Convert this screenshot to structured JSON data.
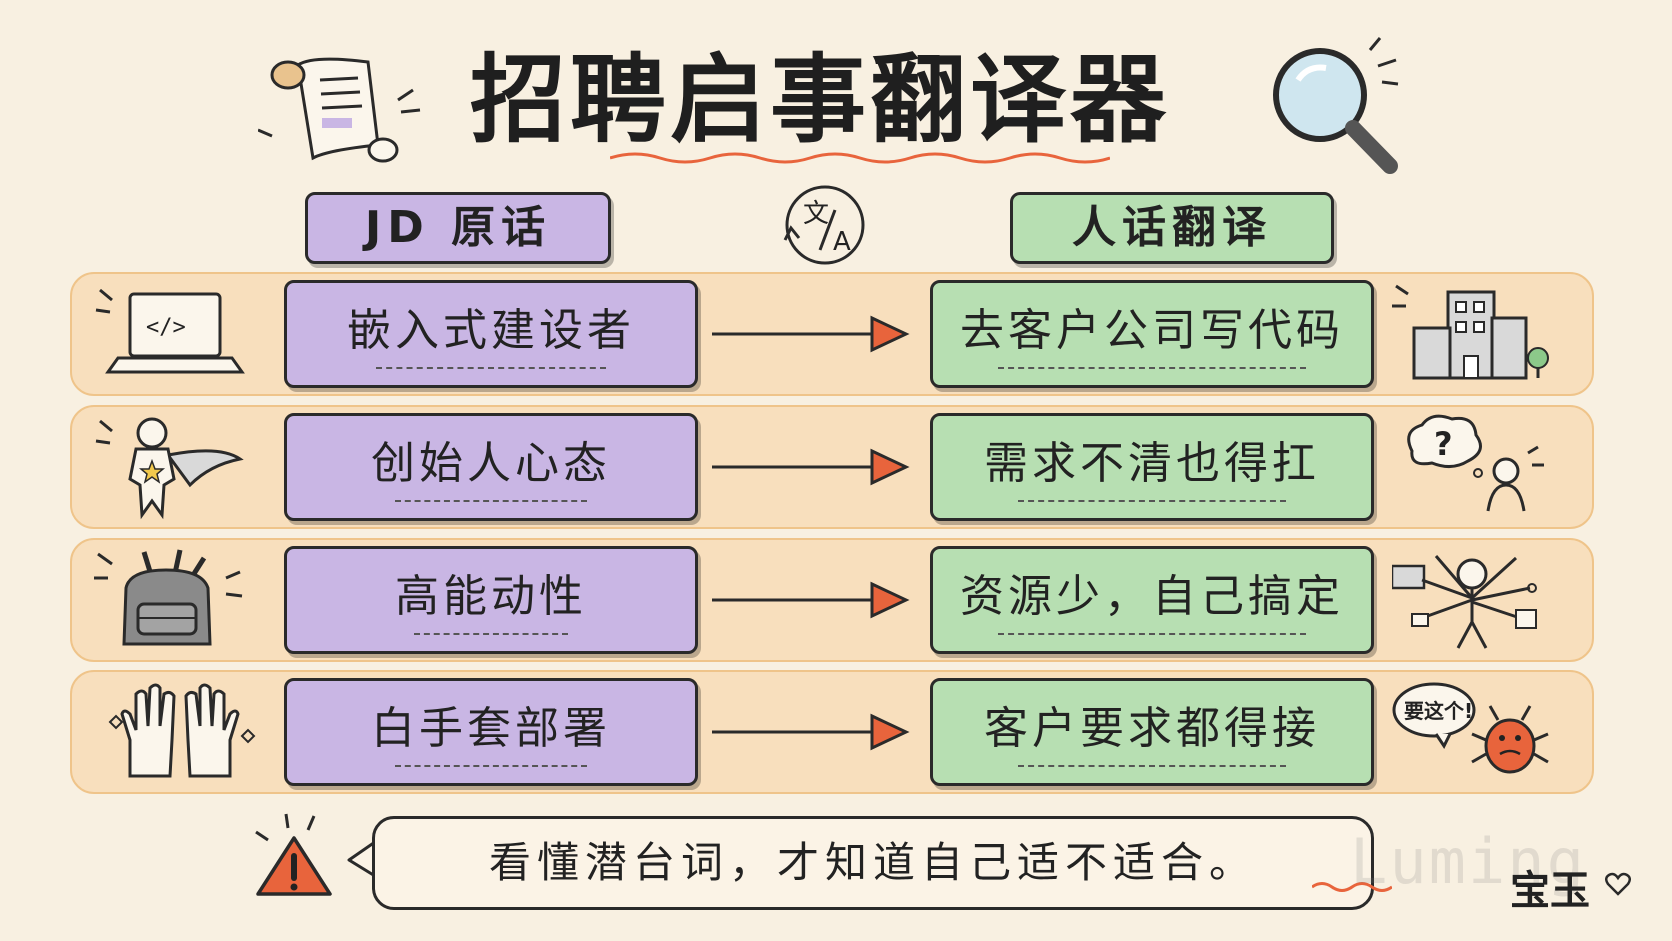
{
  "title": "招聘启事翻译器",
  "headers": {
    "left": "JD 原话",
    "right": "人话翻译"
  },
  "rows": [
    {
      "jd": "嵌入式建设者",
      "translation": "去客户公司写代码",
      "left_icon": "laptop-code-icon",
      "right_icon": "office-building-icon"
    },
    {
      "jd": "创始人心态",
      "translation": "需求不清也得扛",
      "left_icon": "superhero-icon",
      "right_icon": "confused-person-icon"
    },
    {
      "jd": "高能动性",
      "translation": "资源少，自己搞定",
      "left_icon": "tool-backpack-icon",
      "right_icon": "multitasking-person-icon"
    },
    {
      "jd": "白手套部署",
      "translation": "客户要求都得接",
      "left_icon": "white-gloves-icon",
      "right_icon": "bug-demanding-icon"
    }
  ],
  "bug_speech": "要这个!",
  "note": "看懂潜台词，才知道自己适不适合。",
  "watermark": "Luming",
  "signature": "宝玉",
  "colors": {
    "background": "#f8f0e1",
    "left_box": "#c9b6e4",
    "right_box": "#b7dfb2",
    "row_band": "#f8dfbd",
    "arrow": "#e8643c"
  }
}
